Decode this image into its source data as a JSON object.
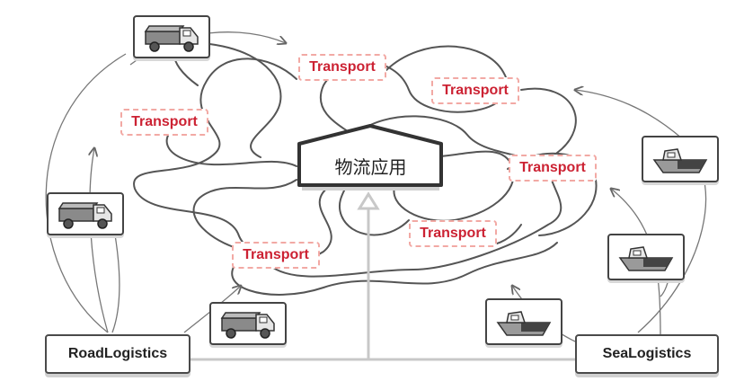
{
  "app": {
    "label": "物流应用"
  },
  "classes": {
    "road": "RoadLogistics",
    "sea": "SeaLogistics"
  },
  "transports": [
    {
      "label": "Transport"
    },
    {
      "label": "Transport"
    },
    {
      "label": "Transport"
    },
    {
      "label": "Transport"
    },
    {
      "label": "Transport"
    },
    {
      "label": "Transport"
    }
  ],
  "icons": {
    "truck": "truck-icon",
    "ship": "ship-icon"
  },
  "colors": {
    "transport_text": "#cc2233",
    "transport_border": "#f2a9a4",
    "line": "#555555",
    "arrow_gray": "#c8c8c8"
  }
}
